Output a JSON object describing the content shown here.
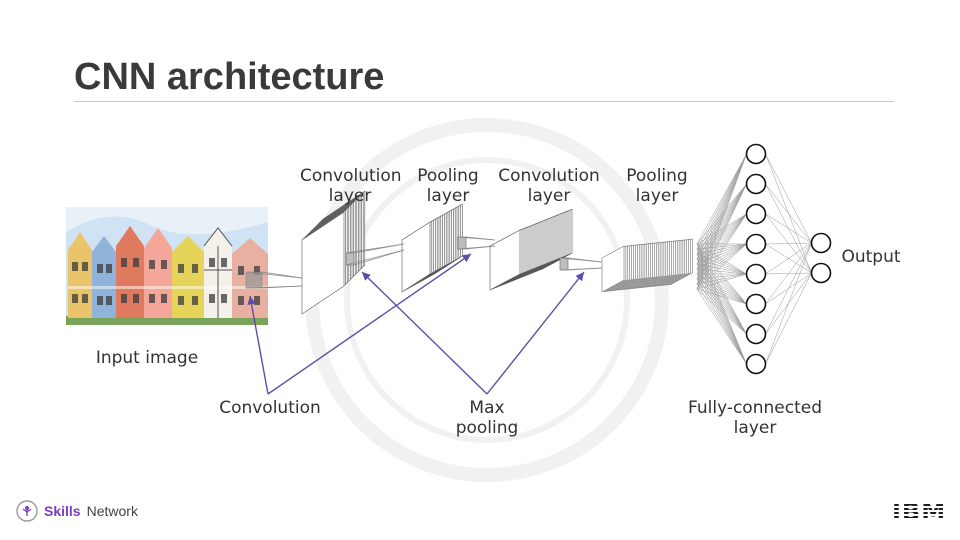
{
  "slide": {
    "title": "CNN architecture",
    "accent_color": "#5b4ea8",
    "brand_color": "#7a3fc0"
  },
  "diagram": {
    "stage_labels": {
      "conv1_line1": "Convolution",
      "conv1_line2": "layer",
      "pool1_line1": "Pooling",
      "pool1_line2": "layer",
      "conv2_line1": "Convolution",
      "conv2_line2": "layer",
      "pool2_line1": "Pooling",
      "pool2_line2": "layer"
    },
    "input_label": "Input image",
    "output_label": "Output",
    "annotations": {
      "convolution": "Convolution",
      "max_line1": "Max",
      "max_line2": "pooling",
      "fc_line1": "Fully-connected",
      "fc_line2": "layer"
    },
    "fc_nodes": 8,
    "output_nodes": 2
  },
  "footer": {
    "brand_strong": "Skills",
    "brand_rest": "Network",
    "brand_icon": "skills-network-logo",
    "company": "IBM"
  }
}
